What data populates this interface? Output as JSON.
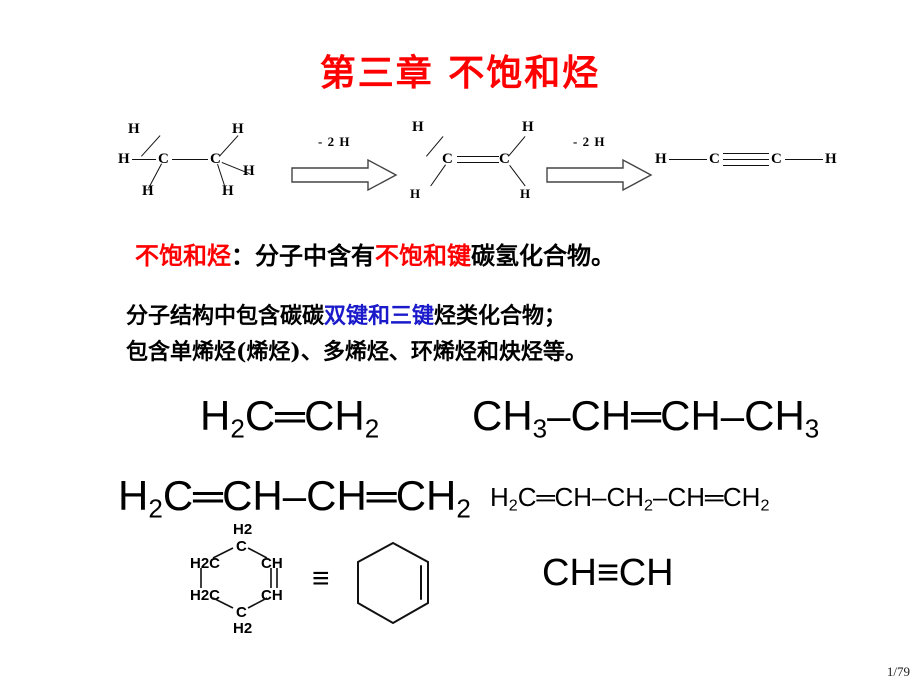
{
  "slide": {
    "title": "第三章  不饱和烃",
    "title_color": "#ff0000",
    "page_number": "1/79",
    "background": "#ffffff"
  },
  "reaction": {
    "arrow1_label": "- 2 H",
    "arrow2_label": "- 2 H",
    "ethane": {
      "name": "ethane-structure",
      "carbon_left": "C",
      "carbon_right": "C",
      "h_top_left": "H",
      "h_left": "H",
      "h_bottom_left": "H",
      "h_top_right": "H",
      "h_right": "H",
      "h_bottom_right": "H"
    },
    "ethene": {
      "name": "ethene-structure",
      "carbon_left": "C",
      "carbon_right": "C",
      "h_top_left": "H",
      "h_bottom_left": "H",
      "h_top_right": "H",
      "h_bottom_right": "H"
    },
    "ethyne": {
      "name": "ethyne-structure",
      "h_left": "H",
      "carbon_left": "C",
      "carbon_right": "C",
      "h_right": "H"
    }
  },
  "definition": {
    "term": "不饱和烃",
    "colon": "：",
    "mid": "分子中含有",
    "highlight": "不饱和键",
    "tail": "碳氢化合物。",
    "term_color": "#ff0000",
    "highlight_color": "#ff0000"
  },
  "description": {
    "line1_a": "分子结构中包含碳碳",
    "line1_b": "双键和三键",
    "line1_c": "烃类化合物；",
    "line1_b_color": "#1a1aca",
    "line2": "包含单烯烃(烯烃)、多烯烃、环烯烃和炔烃等。"
  },
  "formulas": {
    "ethene": "H2C=CH2",
    "butene": "CH3–CH=CH–CH3",
    "butadiene": "H2C=CH–CH=CH2",
    "pentadiene": "H2C=CH–CH2–CH=CH2",
    "acetylene": "CH≡CH",
    "equivalence_symbol": "≡"
  },
  "cyclohexene": {
    "top": "H2",
    "top_c": "C",
    "upper_left": "H2C",
    "lower_left": "H2C",
    "upper_right": "CH",
    "lower_right": "CH",
    "bottom_c": "C",
    "bottom": "H2"
  }
}
